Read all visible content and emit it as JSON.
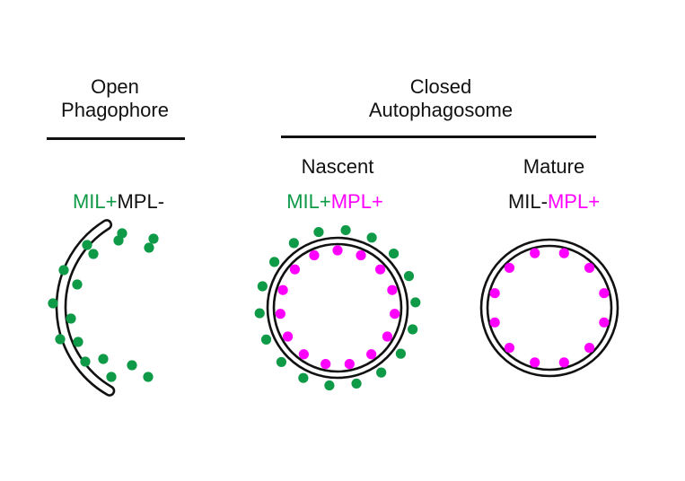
{
  "open": {
    "title_line1": "Open",
    "title_line2": "Phagophore",
    "label": {
      "part1": "MIL+",
      "part2": "MPL-"
    }
  },
  "closed": {
    "title_line1": "Closed",
    "title_line2": "Autophagosome",
    "nascent": {
      "title": "Nascent",
      "label": {
        "part1": "MIL+",
        "part2": "MPL+"
      }
    },
    "mature": {
      "title": "Mature",
      "label": {
        "part1": "MIL-",
        "part2": "MPL+"
      }
    }
  },
  "colors": {
    "mil": "#0e9a47",
    "mpl": "#ff00ff",
    "membrane": "#111111"
  }
}
